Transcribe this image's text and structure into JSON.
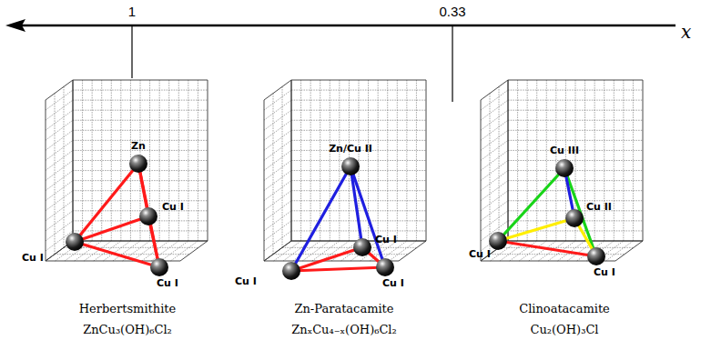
{
  "diagram": {
    "labels": [
      "1",
      "0.33",
      "x",
      "Zn",
      "Cu I",
      "Cu I",
      "Cu I",
      "Herbertsmithite",
      "ZnCu₃(OH)₆Cl₂",
      "Zn/Cu II",
      "Cu I",
      "Cu I",
      "Cu I",
      "Zn-Paratacamite",
      "ZnₓCu₄₋ₓ(OH)₆Cl₂",
      "Cu III",
      "Cu II",
      "Cu I",
      "Cu I",
      "Clinoatacamite",
      "Cu₂(OH)₃Cl"
    ]
  }
}
